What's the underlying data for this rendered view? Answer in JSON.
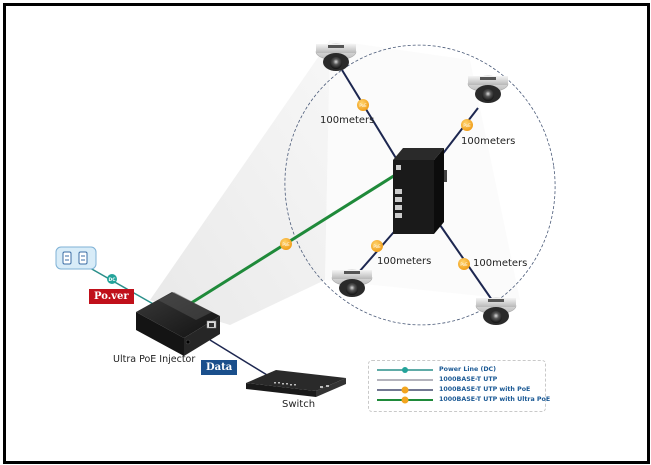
{
  "diagram": {
    "title": "Ultra PoE Injector Network Topology",
    "devices": {
      "injector_label": "Ultra PoE Injector",
      "switch_label": "Switch",
      "power_tag": "Po.ver",
      "data_tag": "Data",
      "dc_badge": "DC",
      "poe_badge": "PoE"
    },
    "distances": [
      {
        "id": "top-left-camera",
        "label": "100meters"
      },
      {
        "id": "top-right-camera",
        "label": "100meters"
      },
      {
        "id": "bottom-left-camera",
        "label": "100meters"
      },
      {
        "id": "bottom-right-camera",
        "label": "100meters"
      }
    ],
    "legend": [
      {
        "label": "Power Line (DC)",
        "line_color": "#2a8f8a",
        "marker": "dc"
      },
      {
        "label": "1000BASE-T UTP",
        "line_color": "#9a9aa6",
        "marker": "none"
      },
      {
        "label": "1000BASE-T UTP with PoE",
        "line_color": "#1d2750",
        "marker": "poe"
      },
      {
        "label": "1000BASE-T UTP with Ultra PoE",
        "line_color": "#1f8a3a",
        "marker": "poe"
      }
    ],
    "colors": {
      "ultra_poe_line": "#1f8a3a",
      "poe_line": "#1d2750",
      "power_line": "#2a8f8a",
      "data_line": "#1d2750",
      "poe_badge": "#f2a51f",
      "dc_badge": "#23a39a",
      "power_tag": "#c0101a",
      "data_tag": "#1a4f8c"
    }
  }
}
